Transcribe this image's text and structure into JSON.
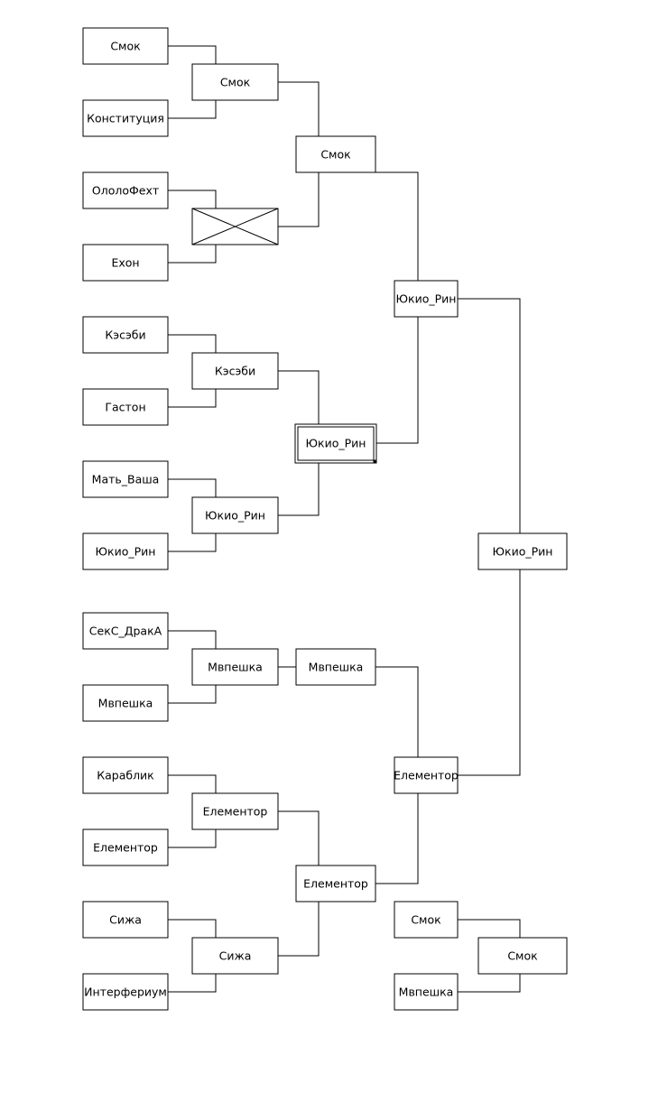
{
  "round1": [
    "Смок",
    "Конституция",
    "ОлолоФехт",
    "Ехон",
    "Кэсэби",
    "Гастон",
    "Мать_Ваша",
    "Юкио_Рин",
    "СекС_ДракА",
    "Мвпешка",
    "Караблик",
    "Елементор",
    "Сижа",
    "Интерфериум"
  ],
  "round2": [
    "Смок",
    "",
    "Кэсэби",
    "Юкио_Рин",
    "Мвпешка",
    "Елементор",
    "Сижа"
  ],
  "round3": [
    "Смок",
    "Юкио_Рин",
    "Мвпешка",
    "Елементор"
  ],
  "round4": [
    "Юкио_Рин",
    "Елементор"
  ],
  "final": "Юкио_Рин",
  "third_place": {
    "players": [
      "Смок",
      "Мвпешка"
    ],
    "winner": "Смок"
  }
}
